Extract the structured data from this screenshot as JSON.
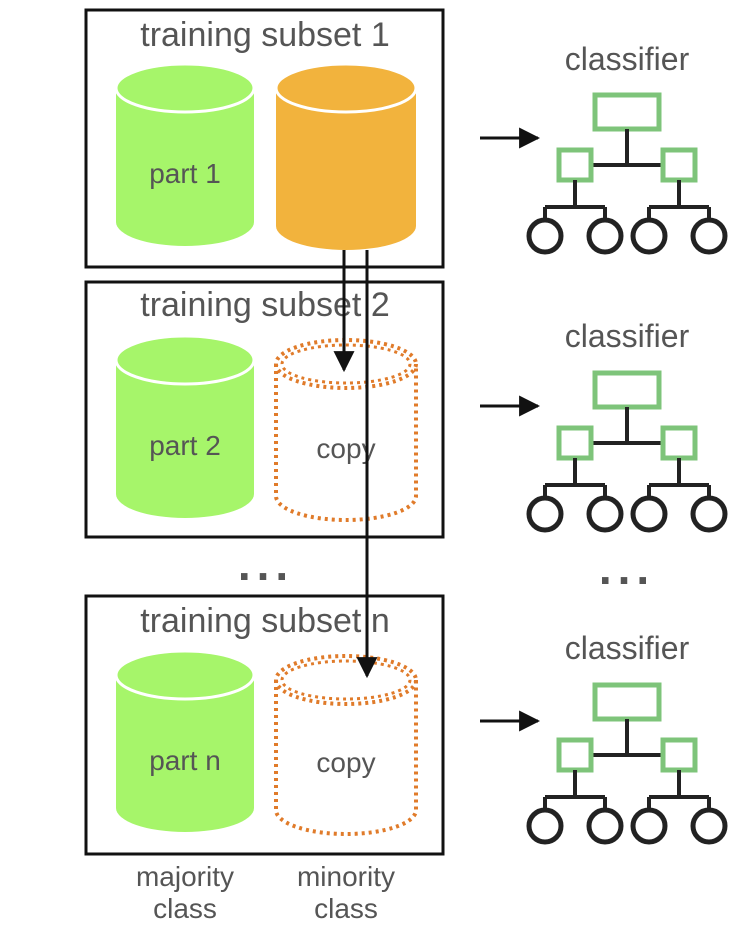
{
  "subsets": [
    {
      "title": "training subset 1",
      "majority_label": "part 1",
      "minority_label": ""
    },
    {
      "title": "training subset 2",
      "majority_label": "part 2",
      "minority_label": "copy"
    },
    {
      "title": "training subset n",
      "majority_label": "part n",
      "minority_label": "copy"
    }
  ],
  "classifier_label": "classifier",
  "ellipsis": "...",
  "footer": {
    "majority_line1": "majority",
    "majority_line2": "class",
    "minority_line1": "minority",
    "minority_line2": "class"
  },
  "colors": {
    "majority_fill": "#a6f56a",
    "minority_fill": "#f2b33d",
    "copy_stroke": "#e07b2a",
    "tree_box": "#7ec47a",
    "frame": "#111111"
  }
}
